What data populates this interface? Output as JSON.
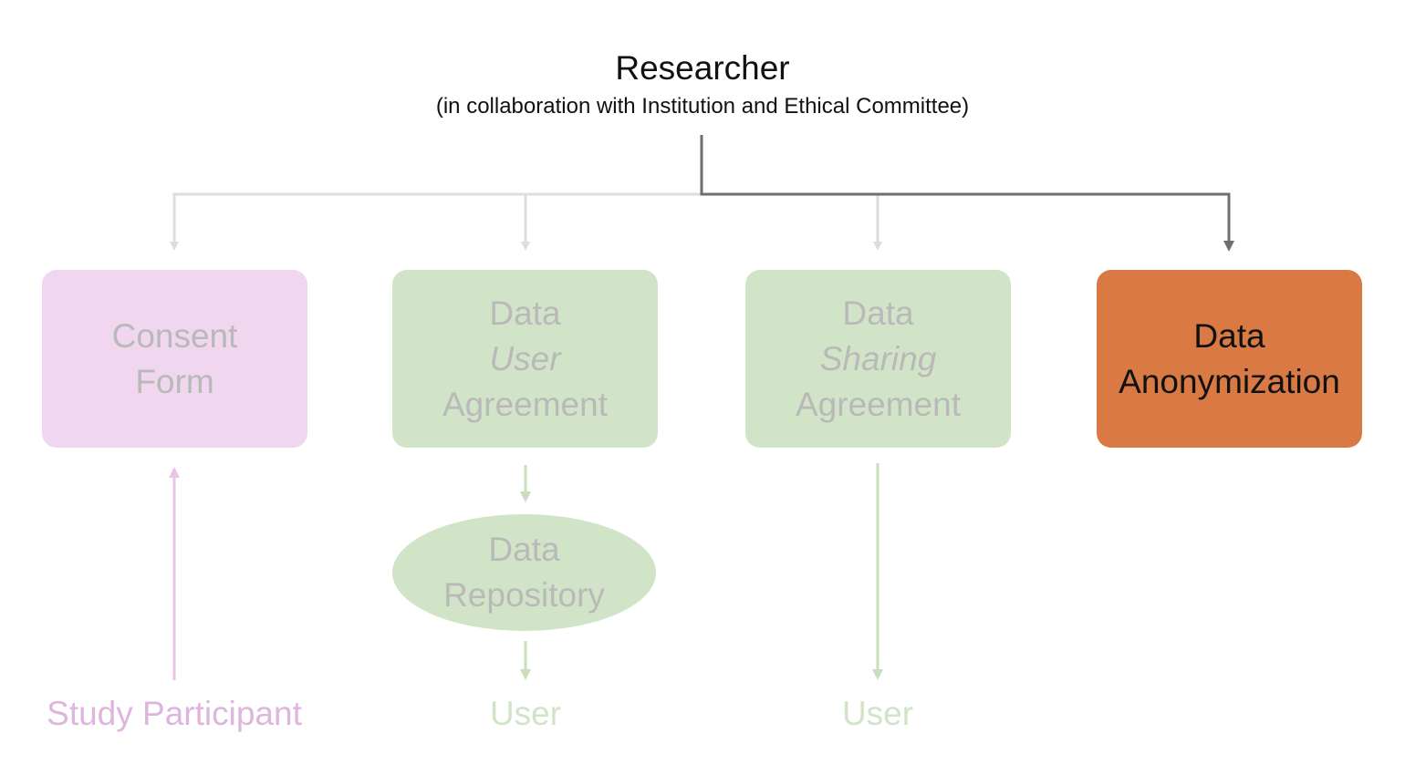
{
  "header": {
    "title": "Researcher",
    "subtitle": "(in collaboration with Institution and Ethical Committee)"
  },
  "nodes": {
    "consent_form": {
      "line1": "Consent",
      "line2": "Form"
    },
    "data_user_agreement": {
      "line1": "Data",
      "line2": "User",
      "line3": "Agreement"
    },
    "data_sharing_agreement": {
      "line1": "Data",
      "line2": "Sharing",
      "line3": "Agreement"
    },
    "data_anonymization": {
      "line1": "Data",
      "line2": "Anonymization"
    },
    "data_repository": {
      "line1": "Data",
      "line2": "Repository"
    }
  },
  "bottom_labels": {
    "study_participant": "Study Participant",
    "user_left": "User",
    "user_right": "User"
  },
  "colors": {
    "pink_fill": "#f0d7ef",
    "pink_text": "#ddb5dd",
    "green_fill": "#d2e4c7",
    "green_text": "#d2e4c7",
    "orange_fill": "#d97943",
    "muted_text": "#b9b9b9",
    "active_line": "#6f6f6f",
    "inactive_line": "#dddddd"
  }
}
